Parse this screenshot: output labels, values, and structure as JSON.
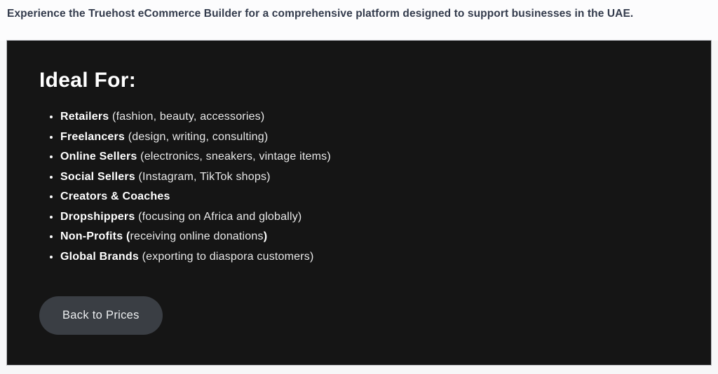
{
  "page": {
    "intro": "Experience the Truehost eCommerce Builder for a comprehensive platform designed to support businesses in the UAE."
  },
  "card": {
    "heading": "Ideal For:",
    "items": [
      {
        "bold": "Retailers",
        "regular": " (fashion, beauty, accessories)",
        "bold_suffix": ""
      },
      {
        "bold": "Freelancers",
        "regular": " (design, writing, consulting)",
        "bold_suffix": ""
      },
      {
        "bold": "Online Sellers",
        "regular": " (electronics, sneakers, vintage items)",
        "bold_suffix": ""
      },
      {
        "bold": "Social Sellers",
        "regular": " (Instagram, TikTok shops)",
        "bold_suffix": ""
      },
      {
        "bold": "Creators & Coaches",
        "regular": "",
        "bold_suffix": ""
      },
      {
        "bold": "Dropshippers",
        "regular": " (focusing on Africa and globally)",
        "bold_suffix": ""
      },
      {
        "bold": "Non-Profits (",
        "regular": "receiving online donations",
        "bold_suffix": ")"
      },
      {
        "bold": "Global Brands",
        "regular": " (exporting to diaspora customers)",
        "bold_suffix": ""
      }
    ],
    "button_label": "Back to Prices"
  },
  "colors": {
    "card_bg": "#151515",
    "button_bg": "#3a3e44",
    "intro_text": "#333b4c",
    "page_bg": "#f7f7f8",
    "bold_text": "#ffffff",
    "regular_text": "#e9e9e9"
  }
}
